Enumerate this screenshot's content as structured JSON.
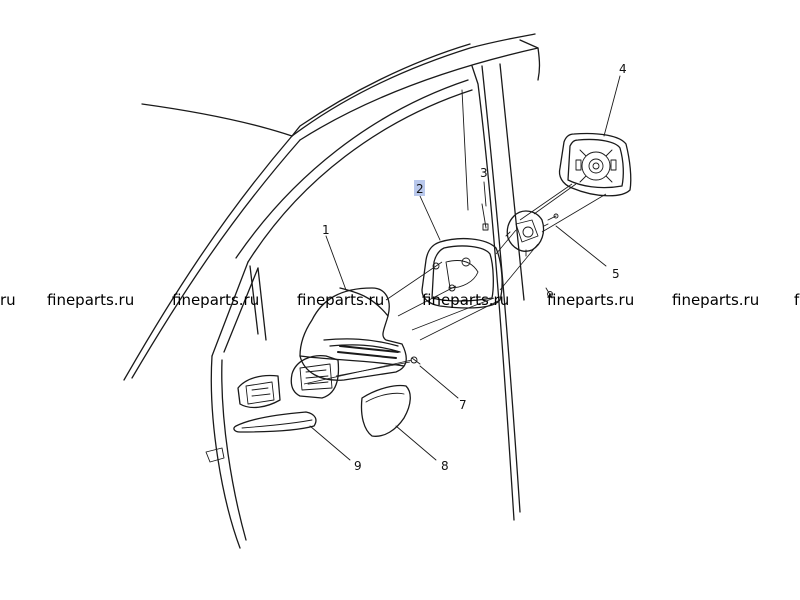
{
  "callouts": {
    "c1": "1",
    "c2": "2",
    "c3": "3",
    "c4": "4",
    "c5": "5",
    "c7": "7",
    "c8": "8",
    "c9": "9"
  },
  "watermark": {
    "text": "fineparts.ru",
    "partial_left": "ru",
    "partial_right": "f"
  },
  "colors": {
    "line": "#1a1a1a",
    "highlight": "#b9c8ec"
  }
}
